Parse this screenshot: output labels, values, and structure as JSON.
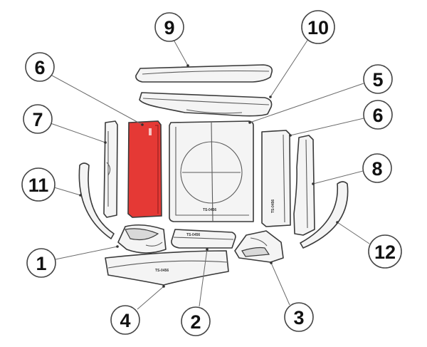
{
  "highlight_color": "#e53935",
  "labels": [
    {
      "id": "label-9",
      "text": "9"
    },
    {
      "id": "label-10",
      "text": "10"
    },
    {
      "id": "label-6-left",
      "text": "6"
    },
    {
      "id": "label-5",
      "text": "5"
    },
    {
      "id": "label-7",
      "text": "7"
    },
    {
      "id": "label-6-right",
      "text": "6"
    },
    {
      "id": "label-11",
      "text": "11"
    },
    {
      "id": "label-8",
      "text": "8"
    },
    {
      "id": "label-1",
      "text": "1"
    },
    {
      "id": "label-12",
      "text": "12"
    },
    {
      "id": "label-4",
      "text": "4"
    },
    {
      "id": "label-2",
      "text": "2"
    },
    {
      "id": "label-3",
      "text": "3"
    }
  ]
}
